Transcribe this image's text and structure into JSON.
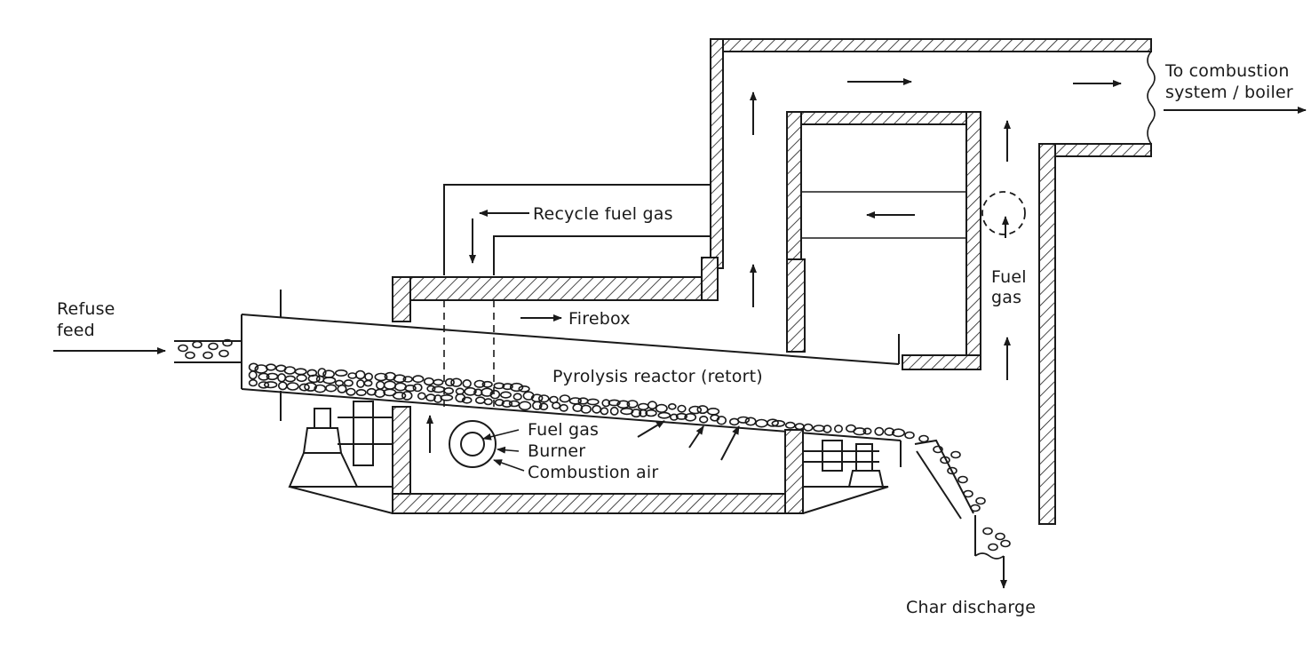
{
  "labels": {
    "refuse_feed_1": "Refuse",
    "refuse_feed_2": "feed",
    "recycle_fuel_gas": "Recycle fuel gas",
    "firebox": "Firebox",
    "pyrolysis_reactor": "Pyrolysis reactor (retort)",
    "fuel_gas_burner": "Fuel gas",
    "burner": "Burner",
    "combustion_air": "Combustion air",
    "fuel_gas_right_1": "Fuel",
    "fuel_gas_right_2": "gas",
    "to_combustion_1": "To combustion",
    "to_combustion_2": "system / boiler",
    "char_discharge": "Char discharge"
  }
}
